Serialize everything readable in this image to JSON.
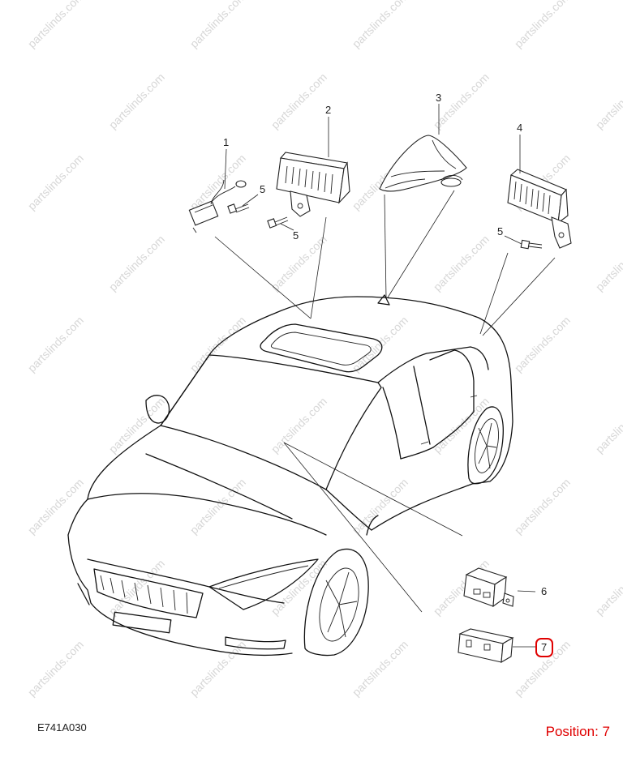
{
  "diagram_code": "E741A030",
  "position_label": "Position: 7",
  "watermark_text": "partslinds.com",
  "highlight_color": "#e00000",
  "callouts": {
    "c1": "1",
    "c2": "2",
    "c3": "3",
    "c4": "4",
    "c5a": "5",
    "c5b": "5",
    "c5c": "5",
    "c6": "6",
    "c7": "7"
  }
}
